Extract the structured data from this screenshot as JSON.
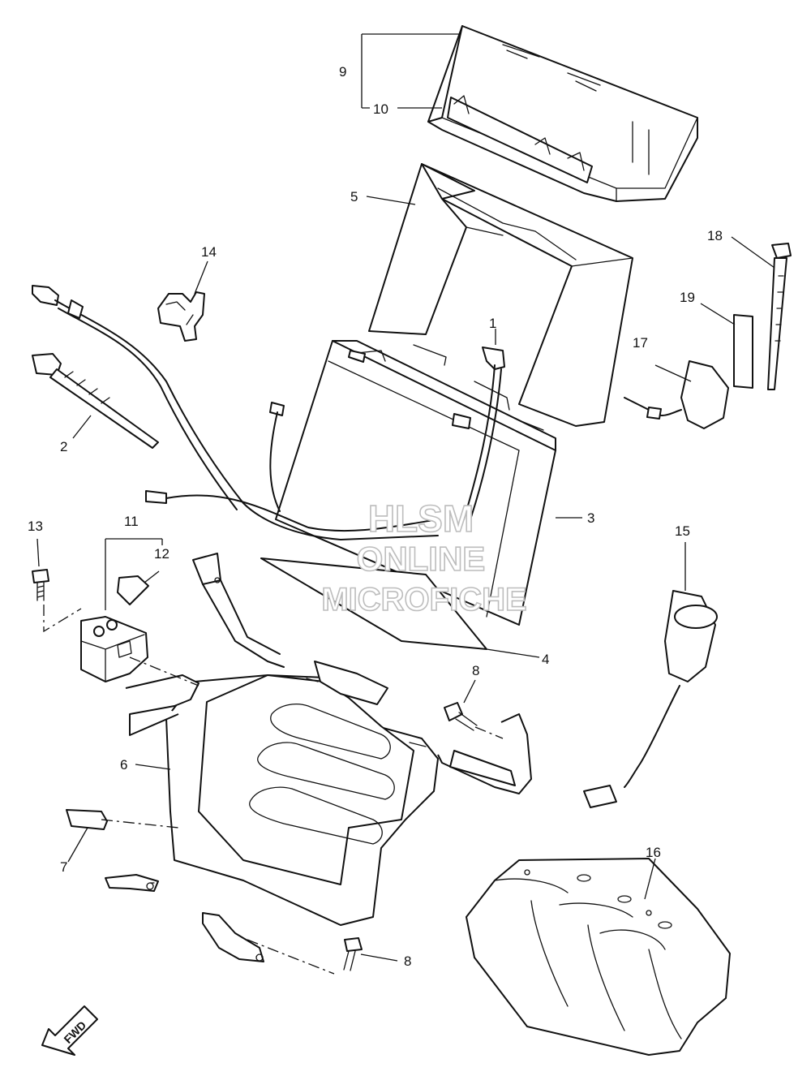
{
  "callouts": [
    {
      "id": "1",
      "label": "1"
    },
    {
      "id": "2",
      "label": "2"
    },
    {
      "id": "3",
      "label": "3"
    },
    {
      "id": "4",
      "label": "4"
    },
    {
      "id": "5",
      "label": "5"
    },
    {
      "id": "6",
      "label": "6"
    },
    {
      "id": "7",
      "label": "7"
    },
    {
      "id": "8a",
      "label": "8"
    },
    {
      "id": "8b",
      "label": "8"
    },
    {
      "id": "9",
      "label": "9"
    },
    {
      "id": "10",
      "label": "10"
    },
    {
      "id": "11",
      "label": "11"
    },
    {
      "id": "12",
      "label": "12"
    },
    {
      "id": "13",
      "label": "13"
    },
    {
      "id": "14",
      "label": "14"
    },
    {
      "id": "15",
      "label": "15"
    },
    {
      "id": "16",
      "label": "16"
    },
    {
      "id": "17",
      "label": "17"
    },
    {
      "id": "18",
      "label": "18"
    },
    {
      "id": "19",
      "label": "19"
    }
  ],
  "watermark": {
    "line1": "HLSM",
    "line2": "ONLINE",
    "line3": "MICROFICHE"
  },
  "direction_badge": {
    "label": "FWD"
  }
}
